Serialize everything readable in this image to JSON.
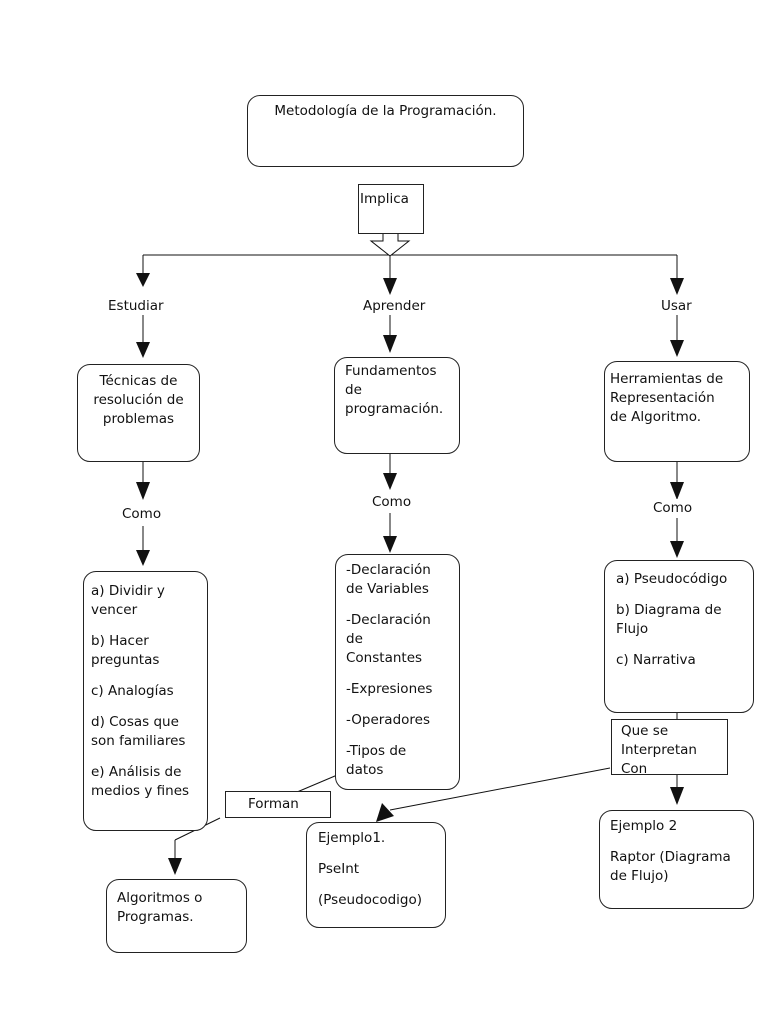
{
  "root": {
    "title": "Metodología de la Programación."
  },
  "implica_label": "Implica",
  "columns": [
    {
      "verb": "Estudiar",
      "topic": [
        "Técnicas de",
        "resolución de",
        "problemas"
      ],
      "como": "Como",
      "items": [
        [
          "a) Dividir y",
          "vencer"
        ],
        [
          "b) Hacer",
          "preguntas"
        ],
        [
          "c) Analogías"
        ],
        [
          "d) Cosas que",
          "son familiares"
        ],
        [
          "e) Análisis de",
          "medios y fines"
        ]
      ]
    },
    {
      "verb": "Aprender",
      "topic": [
        "Fundamentos",
        "de",
        "programación."
      ],
      "como": "Como",
      "items": [
        [
          "-Declaración",
          "de Variables"
        ],
        [
          "-Declaración",
          "de",
          "Constantes"
        ],
        [
          "-Expresiones"
        ],
        [
          "-Operadores"
        ],
        [
          "-Tipos de",
          "datos"
        ]
      ]
    },
    {
      "verb": "Usar",
      "topic": [
        "Herramientas de",
        "Representación",
        "de Algoritmo."
      ],
      "como": "Como",
      "items": [
        [
          "a) Pseudocódigo"
        ],
        [
          "b) Diagrama de",
          "Flujo"
        ],
        [
          "c) Narrativa"
        ]
      ]
    }
  ],
  "forman": {
    "label": "Forman",
    "target": [
      "Algoritmos o",
      "Programas."
    ]
  },
  "interpretan": {
    "label": [
      "Que se",
      "Interpretan",
      "Con"
    ]
  },
  "examples": [
    {
      "lines": [
        "Ejemplo1.",
        "PseInt",
        "(Pseudocodigo)"
      ]
    },
    {
      "lines": [
        "Ejemplo 2",
        "Raptor (Diagrama",
        "de Flujo)"
      ]
    }
  ]
}
